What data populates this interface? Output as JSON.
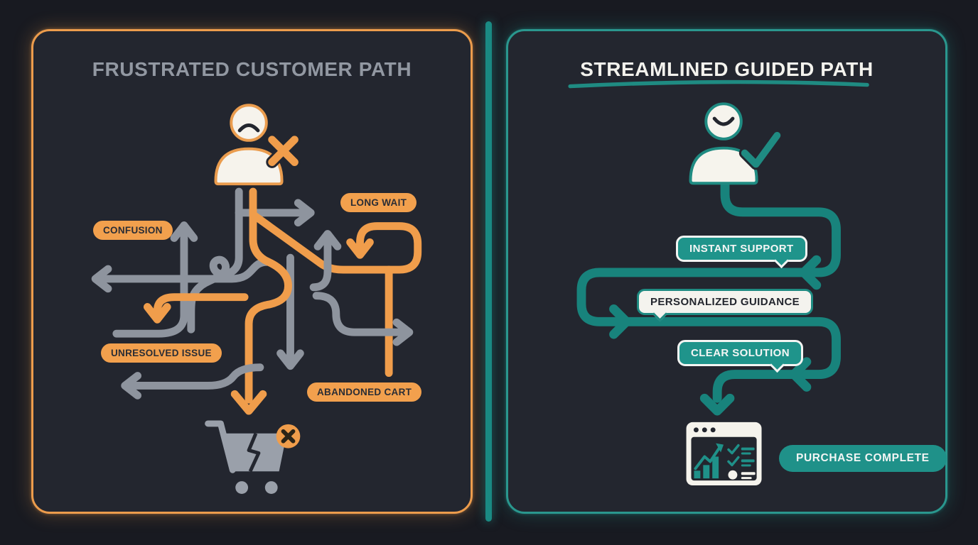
{
  "page": {
    "background": "#181a21",
    "divider_color": "#1a8a83"
  },
  "left": {
    "title": "FRUSTRATED CUSTOMER PATH",
    "accent": "#f09d4b",
    "path_gray": "#8e949e",
    "badges": {
      "confusion": "CONFUSION",
      "long_wait": "LONG WAIT",
      "unresolved_issue": "UNRESOLVED ISSUE",
      "abandoned_cart": "ABANDONED CART"
    },
    "icons": {
      "user": "frustrated-user-icon",
      "user_status": "x-mark-icon",
      "cart": "broken-cart-x-icon"
    }
  },
  "right": {
    "title": "STREAMLINED GUIDED PATH",
    "accent": "#1b8a82",
    "bubbles": {
      "instant_support": "INSTANT SUPPORT",
      "personalized_guidance": "PERSONALIZED GUIDANCE",
      "clear_solution": "CLEAR SOLUTION"
    },
    "completion": "PURCHASE COMPLETE",
    "icons": {
      "user": "happy-user-icon",
      "user_status": "check-mark-icon",
      "result": "dashboard-browser-icon"
    }
  }
}
